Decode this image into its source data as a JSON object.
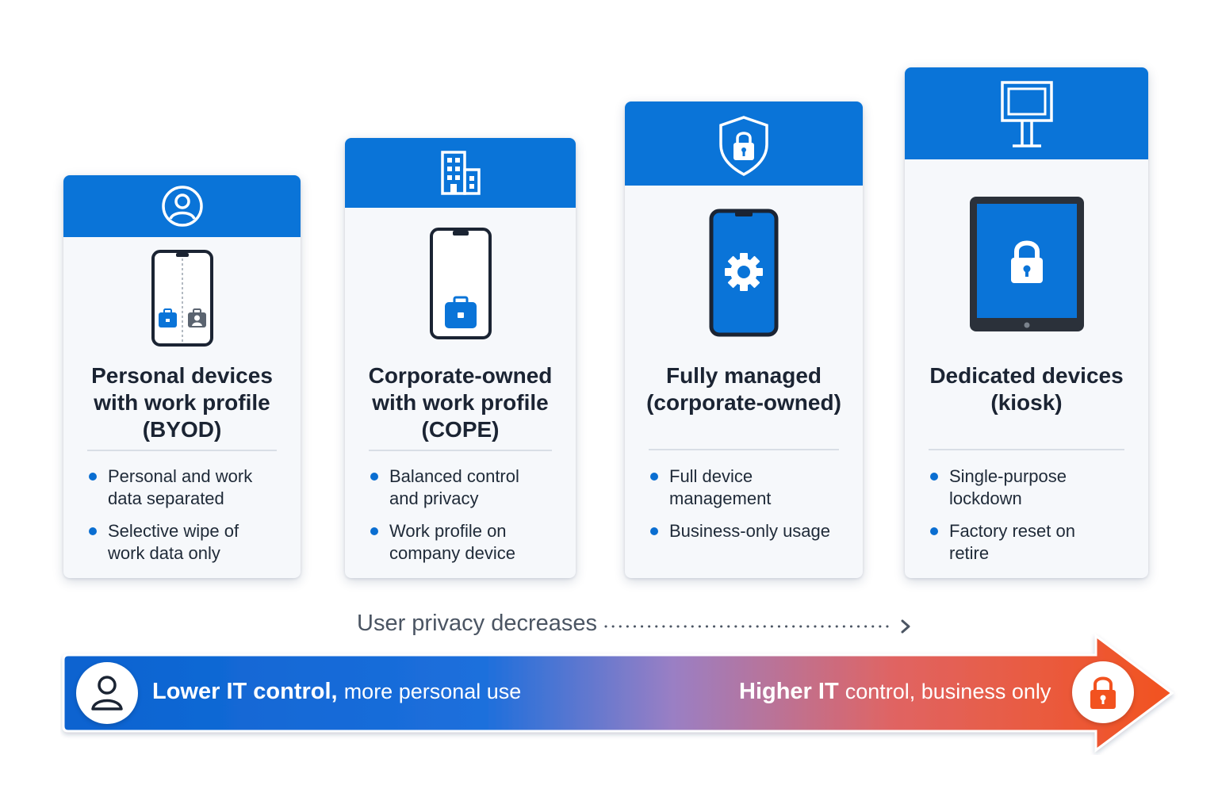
{
  "colors": {
    "header_blue": "#0a74d8",
    "card_bg": "#f6f8fb",
    "bullet_blue": "#0a6ed1",
    "gradient_start": "#0a63d0",
    "gradient_mid": "#9a7fc4",
    "gradient_end": "#f2521f"
  },
  "cards": [
    {
      "header_icon": "user-circle-icon",
      "device_icon": "split-phone-icon",
      "title_lines": [
        "Personal devices",
        "with work profile",
        "(BYOD)"
      ],
      "bullets": [
        {
          "lines": [
            "Personal and work",
            "data separated"
          ]
        },
        {
          "lines": [
            "Selective wipe of",
            "work data only"
          ]
        }
      ]
    },
    {
      "header_icon": "building-icon",
      "device_icon": "phone-briefcase-icon",
      "title_lines": [
        "Corporate-owned",
        "with work profile",
        "(COPE)"
      ],
      "bullets": [
        {
          "lines": [
            "Balanced control",
            "and privacy"
          ]
        },
        {
          "lines": [
            "Work profile on",
            "company device"
          ]
        }
      ]
    },
    {
      "header_icon": "shield-lock-icon",
      "device_icon": "phone-gear-icon",
      "title_lines": [
        "Fully managed",
        "(corporate-owned)"
      ],
      "bullets": [
        {
          "lines": [
            "Full device",
            "management"
          ]
        },
        {
          "lines": [
            "Business-only usage"
          ]
        }
      ]
    },
    {
      "header_icon": "kiosk-icon",
      "device_icon": "tablet-lock-icon",
      "title_lines": [
        "Dedicated devices",
        "(kiosk)"
      ],
      "bullets": [
        {
          "lines": [
            "Single-purpose",
            "lockdown"
          ]
        },
        {
          "lines": [
            "Factory reset on",
            "retire"
          ]
        }
      ]
    }
  ],
  "privacy_caption": "User privacy decreases",
  "spectrum": {
    "left_bold": "Lower IT control,",
    "left_light": "more personal use",
    "right_bold": "Higher IT",
    "right_light": "control, business only",
    "left_icon": "user-icon",
    "right_icon": "lock-icon"
  }
}
